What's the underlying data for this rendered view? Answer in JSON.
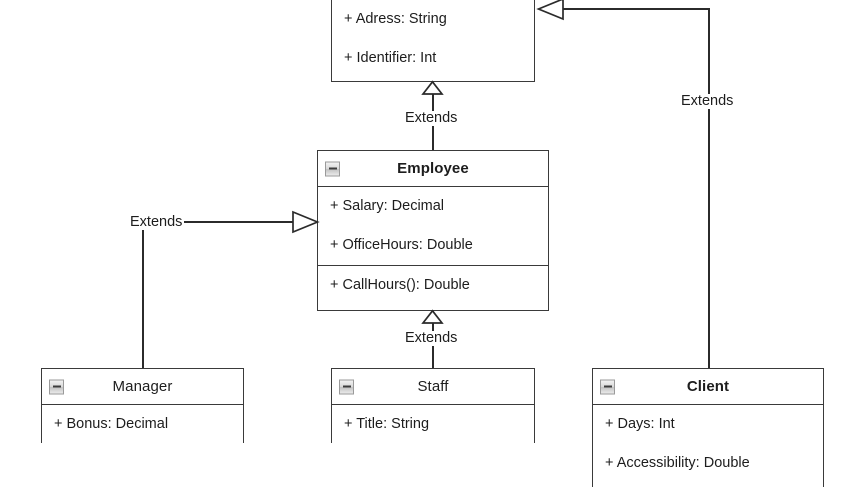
{
  "diagram": {
    "type": "uml-class-diagram",
    "background_color": "#ffffff",
    "line_color": "#2b2b2b",
    "border_color": "#3a3a3a",
    "relationship_label": "Extends",
    "classes": [
      {
        "id": "superclass",
        "name": "",
        "title_bold": true,
        "title_visible": false,
        "clipped": "top",
        "collapse_icon": "minus-icon",
        "attributes": [
          "+ Adress: String",
          "+ Identifier: Int"
        ],
        "operations": []
      },
      {
        "id": "employee",
        "name": "Employee",
        "title_bold": true,
        "title_visible": true,
        "clipped": "none",
        "collapse_icon": "minus-icon",
        "attributes": [
          "+ Salary: Decimal",
          "+ OfficeHours: Double"
        ],
        "operations": [
          "+ CallHours(): Double"
        ]
      },
      {
        "id": "manager",
        "name": "Manager",
        "title_bold": false,
        "title_visible": true,
        "clipped": "none",
        "collapse_icon": "minus-icon",
        "attributes": [
          "+ Bonus: Decimal"
        ],
        "operations": []
      },
      {
        "id": "staff",
        "name": "Staff",
        "title_bold": false,
        "title_visible": true,
        "clipped": "none",
        "collapse_icon": "minus-icon",
        "attributes": [
          "+ Title: String"
        ],
        "operations": []
      },
      {
        "id": "client",
        "name": "Client",
        "title_bold": true,
        "title_visible": true,
        "clipped": "bottom",
        "collapse_icon": "minus-icon",
        "attributes": [
          "+ Days: Int",
          "+ Accessibility: Double"
        ],
        "operations": []
      }
    ],
    "relationships": [
      {
        "id": "employee-extends-superclass",
        "from": "employee",
        "to": "superclass",
        "label": "Extends",
        "arrow": "hollow-triangle-up"
      },
      {
        "id": "client-extends-superclass",
        "from": "client",
        "to": "superclass",
        "label": "Extends",
        "arrow": "hollow-triangle-left"
      },
      {
        "id": "manager-extends-employee",
        "from": "manager",
        "to": "employee",
        "label": "Extends",
        "arrow": "hollow-triangle-right"
      },
      {
        "id": "staff-extends-employee",
        "from": "staff",
        "to": "employee",
        "label": "Extends",
        "arrow": "hollow-triangle-up"
      }
    ]
  }
}
